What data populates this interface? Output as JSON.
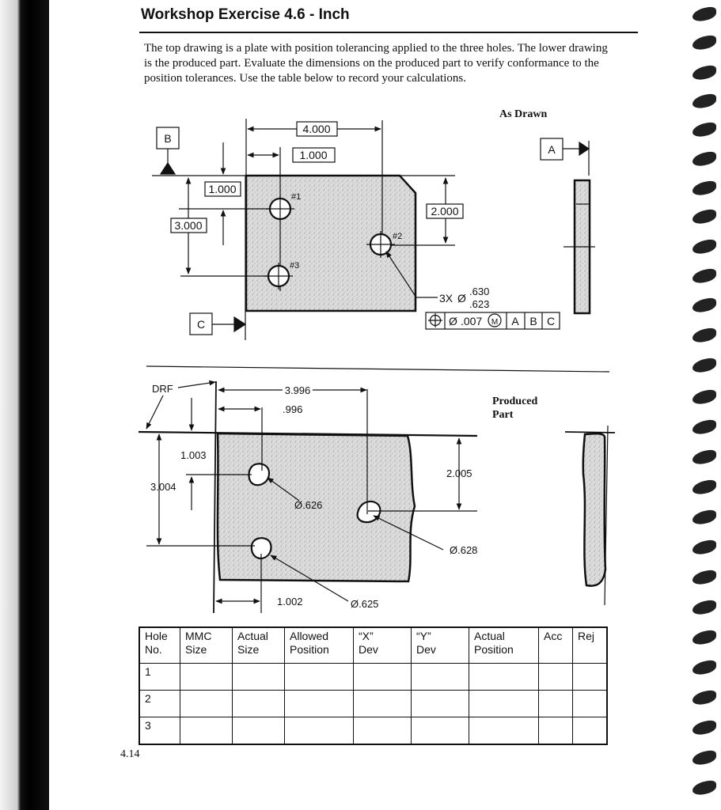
{
  "header": {
    "title": "Workshop Exercise 4.6 - Inch",
    "intro": "The top drawing is a plate with position tolerancing applied to the three holes. The lower drawing is the produced part. Evaluate the dimensions on the produced part to verify conformance to the position tolerances. Use the table below to record your calculations."
  },
  "as_drawn": {
    "label": "As Drawn",
    "datum_a": "A",
    "datum_b": "B",
    "datum_c": "C",
    "dim_4000": "4.000",
    "dim_1000_top": "1.000",
    "dim_1000_left": "1.000",
    "dim_3000": "3.000",
    "dim_2000": "2.000",
    "hole1": "#1",
    "hole2": "#2",
    "hole3": "#3",
    "callout_qty": "3X",
    "callout_upper": ".630",
    "callout_lower": ".623",
    "fcf_tol": ".007",
    "fcf_mod": "M",
    "fcf_a": "A",
    "fcf_b": "B",
    "fcf_c": "C"
  },
  "produced": {
    "label_line1": "Produced",
    "label_line2": "Part",
    "drf": "DRF",
    "dim_3996": "3.996",
    "dim_996": ".996",
    "dim_1003": "1.003",
    "dim_3004": "3.004",
    "dim_2005": "2.005",
    "dim_1002": "1.002",
    "dia_626": "Ø.626",
    "dia_628": "Ø.628",
    "dia_625": "Ø.625"
  },
  "table": {
    "headers": [
      "Hole\nNo.",
      "MMC\nSize",
      "Actual\nSize",
      "Allowed\nPosition",
      "“X”\nDev",
      "“Y”\nDev",
      "Actual\nPosition",
      "Acc",
      "Rej"
    ],
    "rows": [
      "1",
      "2",
      "3"
    ]
  },
  "footer": {
    "page_number": "4.14"
  }
}
